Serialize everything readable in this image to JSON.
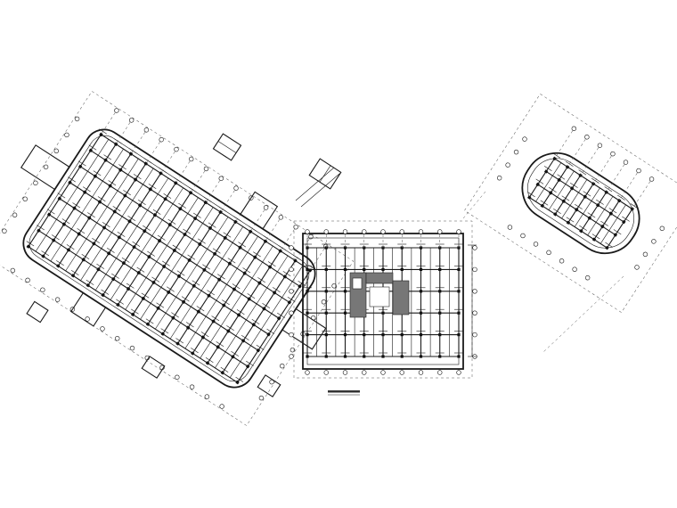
{
  "drawing": {
    "background": "#ffffff",
    "ink": "#1a1a1a",
    "plans": [
      {
        "id": "plan-left-rotated",
        "view_title": ""
      },
      {
        "id": "plan-center",
        "view_title": ""
      },
      {
        "id": "plan-right-oval",
        "view_title": ""
      }
    ]
  }
}
